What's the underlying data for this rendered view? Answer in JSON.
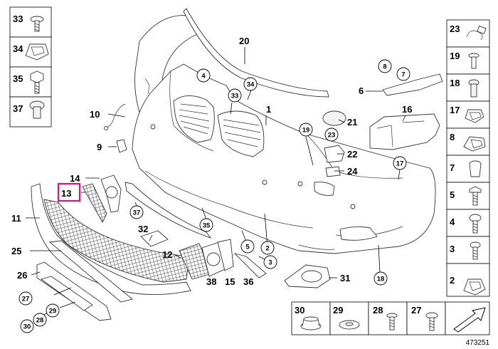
{
  "diagram_id": "473251",
  "highlighted": "13",
  "callouts": [
    {
      "id": "c1",
      "text": "1"
    },
    {
      "id": "c2",
      "text": "2"
    },
    {
      "id": "c3",
      "text": "3"
    },
    {
      "id": "c4",
      "text": "4"
    },
    {
      "id": "c5",
      "text": "5"
    },
    {
      "id": "c6",
      "text": "6"
    },
    {
      "id": "c7",
      "text": "7"
    },
    {
      "id": "c8",
      "text": "8"
    },
    {
      "id": "c9",
      "text": "9"
    },
    {
      "id": "c10",
      "text": "10"
    },
    {
      "id": "c11",
      "text": "11"
    },
    {
      "id": "c12",
      "text": "12"
    },
    {
      "id": "c13",
      "text": "13"
    },
    {
      "id": "c14",
      "text": "14"
    },
    {
      "id": "c15",
      "text": "15"
    },
    {
      "id": "c16",
      "text": "16"
    },
    {
      "id": "c17",
      "text": "17"
    },
    {
      "id": "c19",
      "text": "19"
    },
    {
      "id": "c20",
      "text": "20"
    },
    {
      "id": "c21",
      "text": "21"
    },
    {
      "id": "c22",
      "text": "22"
    },
    {
      "id": "c23",
      "text": "23"
    },
    {
      "id": "c24",
      "text": "24"
    },
    {
      "id": "c25",
      "text": "25"
    },
    {
      "id": "c26",
      "text": "26"
    },
    {
      "id": "c27",
      "text": "27"
    },
    {
      "id": "c28",
      "text": "28"
    },
    {
      "id": "c29",
      "text": "29"
    },
    {
      "id": "c30",
      "text": "30"
    },
    {
      "id": "c31",
      "text": "31"
    },
    {
      "id": "c32",
      "text": "32"
    },
    {
      "id": "c33",
      "text": "33"
    },
    {
      "id": "c34",
      "text": "34"
    },
    {
      "id": "c35",
      "text": "35"
    },
    {
      "id": "c36",
      "text": "36"
    },
    {
      "id": "c37",
      "text": "37"
    },
    {
      "id": "c38",
      "text": "38"
    },
    {
      "id": "c18",
      "text": "18"
    }
  ],
  "left_column": [
    "33",
    "34",
    "35",
    "37"
  ],
  "right_column": [
    "23",
    "19",
    "18",
    "17",
    "8",
    "7",
    "5",
    "4",
    "3",
    "2"
  ],
  "bottom_row": [
    "30",
    "29",
    "28",
    "27"
  ]
}
